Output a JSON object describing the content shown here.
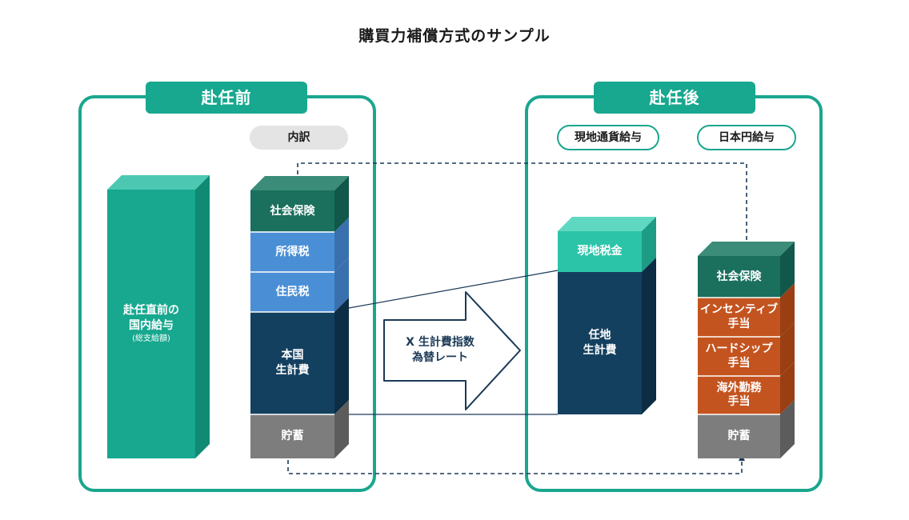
{
  "title": "購買力補償方式のサンプル",
  "before": {
    "tab": "赴任前",
    "breakdown_pill": "内訳",
    "total_bar": {
      "line1": "赴任直前の",
      "line2": "国内給与",
      "note": "(総支給額)"
    },
    "segments": {
      "social_insurance": "社会保険",
      "income_tax": "所得税",
      "resident_tax": "住民税",
      "home_living_line1": "本国",
      "home_living_line2": "生計費",
      "savings": "貯蓄"
    }
  },
  "arrow": {
    "line1": "X 生計費指数",
    "line2": "為替レート"
  },
  "after": {
    "tab": "赴任後",
    "local_pill": "現地通貨給与",
    "yen_pill": "日本円給与",
    "local_bar": {
      "local_tax": "現地税金",
      "living_line1": "任地",
      "living_line2": "生計費"
    },
    "yen_bar": {
      "social_insurance": "社会保険",
      "incentive_line1": "インセンティブ",
      "incentive_line2": "手当",
      "hardship_line1": "ハードシップ",
      "hardship_line2": "手当",
      "overseas_line1": "海外勤務",
      "overseas_line2": "手当",
      "savings": "貯蓄"
    }
  },
  "colors": {
    "frame": "#1aa68e",
    "teal": "#17a88f",
    "dark_green": "#1a6f5d",
    "blue": "#4a8fd6",
    "navy": "#14405f",
    "gray": "#7d7d7d",
    "light_teal": "#2cc4a9",
    "orange": "#c4541f",
    "pill_gray": "#e4e4e4",
    "dash": "#1b3a57"
  }
}
